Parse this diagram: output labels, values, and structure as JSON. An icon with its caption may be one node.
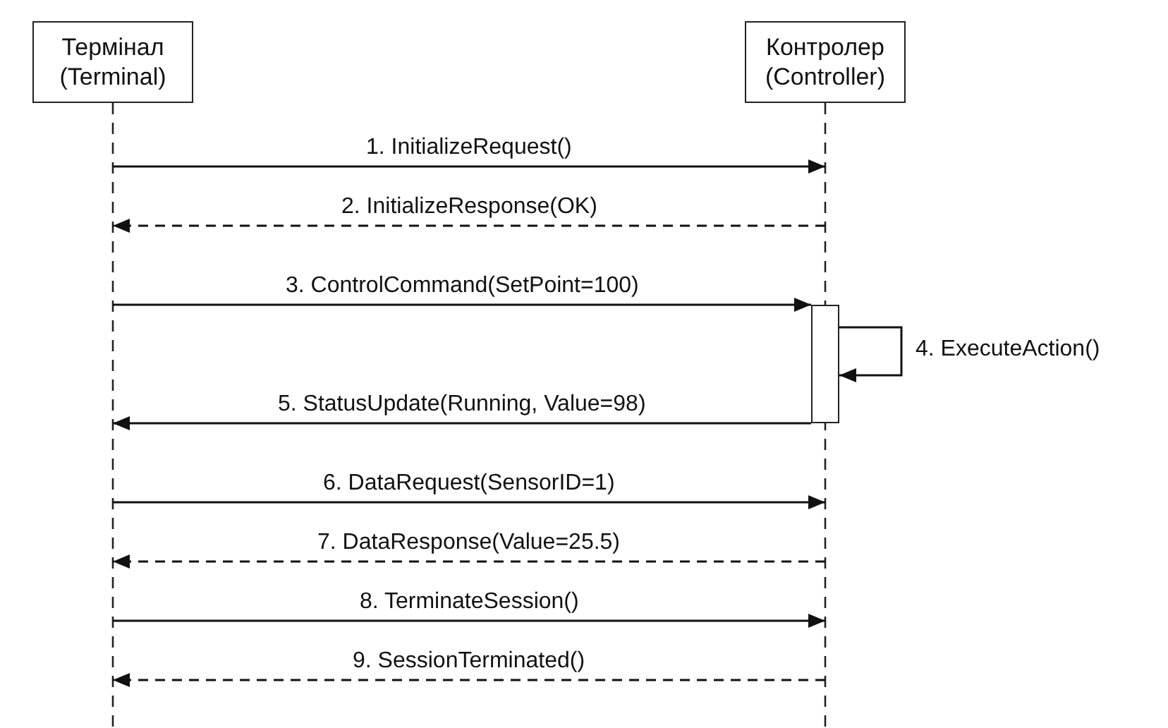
{
  "diagram": {
    "nodes": [
      {
        "text": [
          "Термінал (Terminal)"
        ]
      },
      {
        "text": [
          "Контролер (Controller)"
        ]
      },
      {
        "text": [],
        "shape": "bar",
        "in": 1
      }
    ],
    "edges": [
      {
        "from": 0,
        "to": 1,
        "arrow": "to",
        "label": "1. InitializeRequest()"
      },
      {
        "from": 1,
        "to": 0,
        "arrow": "to",
        "label": "2. InitializeResponse(OK)",
        "style": "dashed"
      },
      {
        "from": 0,
        "to": 2,
        "arrow": "to",
        "label": "3. ControlCommand(SetPoint=100)"
      },
      {
        "from": 2,
        "to": 2,
        "arrow": "to",
        "label": "4. ExecuteAction()"
      },
      {
        "from": 2,
        "to": 0,
        "arrow": "to",
        "label": "5. StatusUpdate(Running, Value=98)"
      },
      {
        "from": 0,
        "to": 1,
        "arrow": "to",
        "label": "6. DataRequest(SensorID=1)"
      },
      {
        "from": 1,
        "to": 0,
        "arrow": "to",
        "label": "7. DataResponse(Value=25.5)",
        "style": "dashed"
      },
      {
        "from": 0,
        "to": 1,
        "arrow": "to",
        "label": "8. TerminateSession()"
      },
      {
        "from": 1,
        "to": 0,
        "arrow": "to",
        "label": "9. SessionTerminated()",
        "style": "dashed"
      }
    ]
  }
}
